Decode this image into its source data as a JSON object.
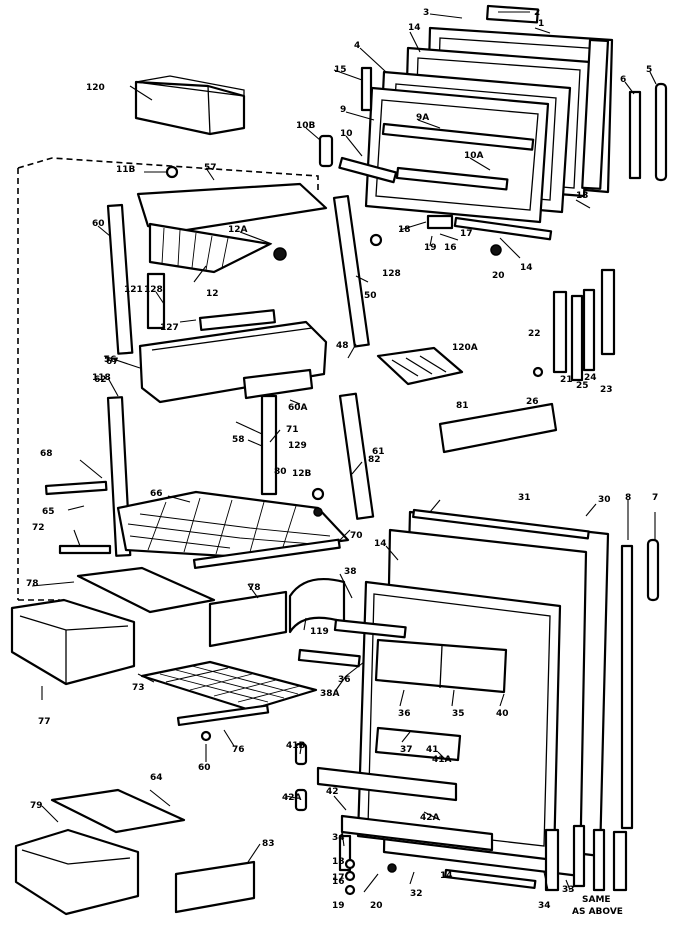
{
  "callouts": [
    {
      "id": "c1",
      "text": "1"
    },
    {
      "id": "c2",
      "text": "2"
    },
    {
      "id": "c3",
      "text": "3"
    },
    {
      "id": "c4",
      "text": "4"
    },
    {
      "id": "c5",
      "text": "5"
    },
    {
      "id": "c6",
      "text": "6"
    },
    {
      "id": "c7",
      "text": "7"
    },
    {
      "id": "c8",
      "text": "8"
    },
    {
      "id": "c9",
      "text": "9"
    },
    {
      "id": "c9a",
      "text": "9A"
    },
    {
      "id": "c10",
      "text": "10"
    },
    {
      "id": "c10a",
      "text": "10A"
    },
    {
      "id": "c10b",
      "text": "10B"
    },
    {
      "id": "c11b",
      "text": "11B"
    },
    {
      "id": "c12",
      "text": "12"
    },
    {
      "id": "c12a",
      "text": "12A"
    },
    {
      "id": "c12b",
      "text": "12B"
    },
    {
      "id": "c13",
      "text": "13"
    },
    {
      "id": "c14a",
      "text": "14"
    },
    {
      "id": "c14b",
      "text": "14"
    },
    {
      "id": "c14c",
      "text": "14"
    },
    {
      "id": "c14d",
      "text": "14"
    },
    {
      "id": "c15",
      "text": "15"
    },
    {
      "id": "c16a",
      "text": "16"
    },
    {
      "id": "c16b",
      "text": "16"
    },
    {
      "id": "c17a",
      "text": "17"
    },
    {
      "id": "c17b",
      "text": "17"
    },
    {
      "id": "c18a",
      "text": "18"
    },
    {
      "id": "c18b",
      "text": "18"
    },
    {
      "id": "c19a",
      "text": "19"
    },
    {
      "id": "c19b",
      "text": "19"
    },
    {
      "id": "c20a",
      "text": "20"
    },
    {
      "id": "c20b",
      "text": "20"
    },
    {
      "id": "c21",
      "text": "21"
    },
    {
      "id": "c22",
      "text": "22"
    },
    {
      "id": "c23",
      "text": "23"
    },
    {
      "id": "c24",
      "text": "24"
    },
    {
      "id": "c25",
      "text": "25"
    },
    {
      "id": "c26",
      "text": "26"
    },
    {
      "id": "c30",
      "text": "30"
    },
    {
      "id": "c31",
      "text": "31"
    },
    {
      "id": "c32",
      "text": "32"
    },
    {
      "id": "c33",
      "text": "33"
    },
    {
      "id": "c34a",
      "text": "34"
    },
    {
      "id": "c34b",
      "text": "34"
    },
    {
      "id": "c35",
      "text": "35"
    },
    {
      "id": "c36a",
      "text": "36"
    },
    {
      "id": "c36b",
      "text": "36"
    },
    {
      "id": "c37",
      "text": "37"
    },
    {
      "id": "c38",
      "text": "38"
    },
    {
      "id": "c38a",
      "text": "38A"
    },
    {
      "id": "c40",
      "text": "40"
    },
    {
      "id": "c41",
      "text": "41"
    },
    {
      "id": "c41a",
      "text": "41A"
    },
    {
      "id": "c41b",
      "text": "41B"
    },
    {
      "id": "c42",
      "text": "42"
    },
    {
      "id": "c42a1",
      "text": "42A"
    },
    {
      "id": "c42a2",
      "text": "42A"
    },
    {
      "id": "c48",
      "text": "48"
    },
    {
      "id": "c50",
      "text": "50"
    },
    {
      "id": "c56",
      "text": "56"
    },
    {
      "id": "c57",
      "text": "57"
    },
    {
      "id": "c58",
      "text": "58"
    },
    {
      "id": "c60a",
      "text": "60"
    },
    {
      "id": "c60b",
      "text": "60"
    },
    {
      "id": "c60c",
      "text": "60A"
    },
    {
      "id": "c61",
      "text": "61"
    },
    {
      "id": "c62",
      "text": "62"
    },
    {
      "id": "c64",
      "text": "64"
    },
    {
      "id": "c65",
      "text": "65"
    },
    {
      "id": "c66",
      "text": "66"
    },
    {
      "id": "c67",
      "text": "67"
    },
    {
      "id": "c68",
      "text": "68"
    },
    {
      "id": "c70",
      "text": "70"
    },
    {
      "id": "c71",
      "text": "71"
    },
    {
      "id": "c72",
      "text": "72"
    },
    {
      "id": "c73",
      "text": "73"
    },
    {
      "id": "c76",
      "text": "76"
    },
    {
      "id": "c77",
      "text": "77"
    },
    {
      "id": "c78a",
      "text": "78"
    },
    {
      "id": "c78b",
      "text": "78"
    },
    {
      "id": "c79",
      "text": "79"
    },
    {
      "id": "c80",
      "text": "80"
    },
    {
      "id": "c81",
      "text": "81"
    },
    {
      "id": "c82",
      "text": "82"
    },
    {
      "id": "c83",
      "text": "83"
    },
    {
      "id": "c118",
      "text": "118"
    },
    {
      "id": "c119",
      "text": "119"
    },
    {
      "id": "c120",
      "text": "120"
    },
    {
      "id": "c120a",
      "text": "120A"
    },
    {
      "id": "c121",
      "text": "121"
    },
    {
      "id": "c127",
      "text": "127"
    },
    {
      "id": "c128a",
      "text": "128"
    },
    {
      "id": "c128b",
      "text": "128"
    },
    {
      "id": "c129",
      "text": "129"
    }
  ],
  "notes": {
    "same_line1": "SAME",
    "same_line2": "AS ABOVE"
  }
}
